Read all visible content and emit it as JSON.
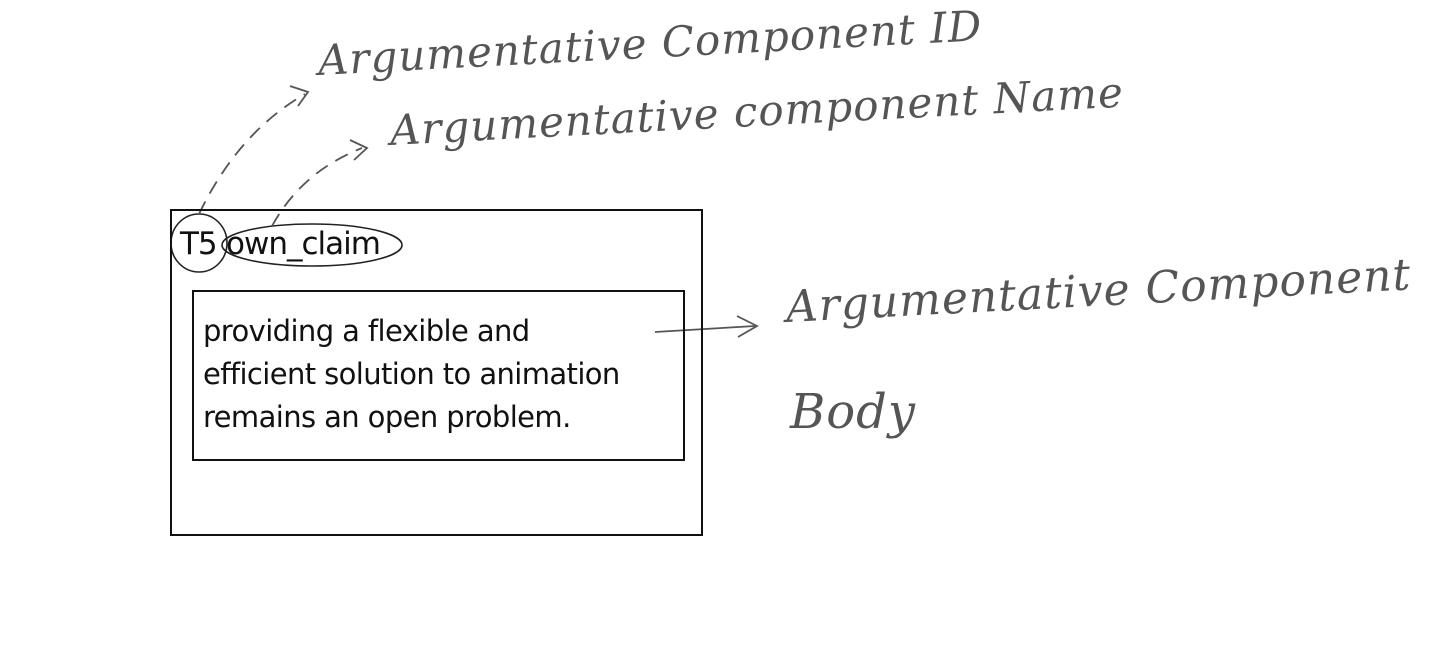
{
  "component": {
    "id": "T5",
    "name": "own_claim",
    "body_lines": [
      "providing a flexible and",
      "efficient solution to animation",
      "remains an open problem."
    ]
  },
  "annotations": {
    "id_label": "Argumentative Component ID",
    "name_label": "Argumentative component Name",
    "body_label_line1": "Argumentative Component",
    "body_label_line2": "Body"
  },
  "colors": {
    "ink": "#111111",
    "pencil": "#555555"
  }
}
